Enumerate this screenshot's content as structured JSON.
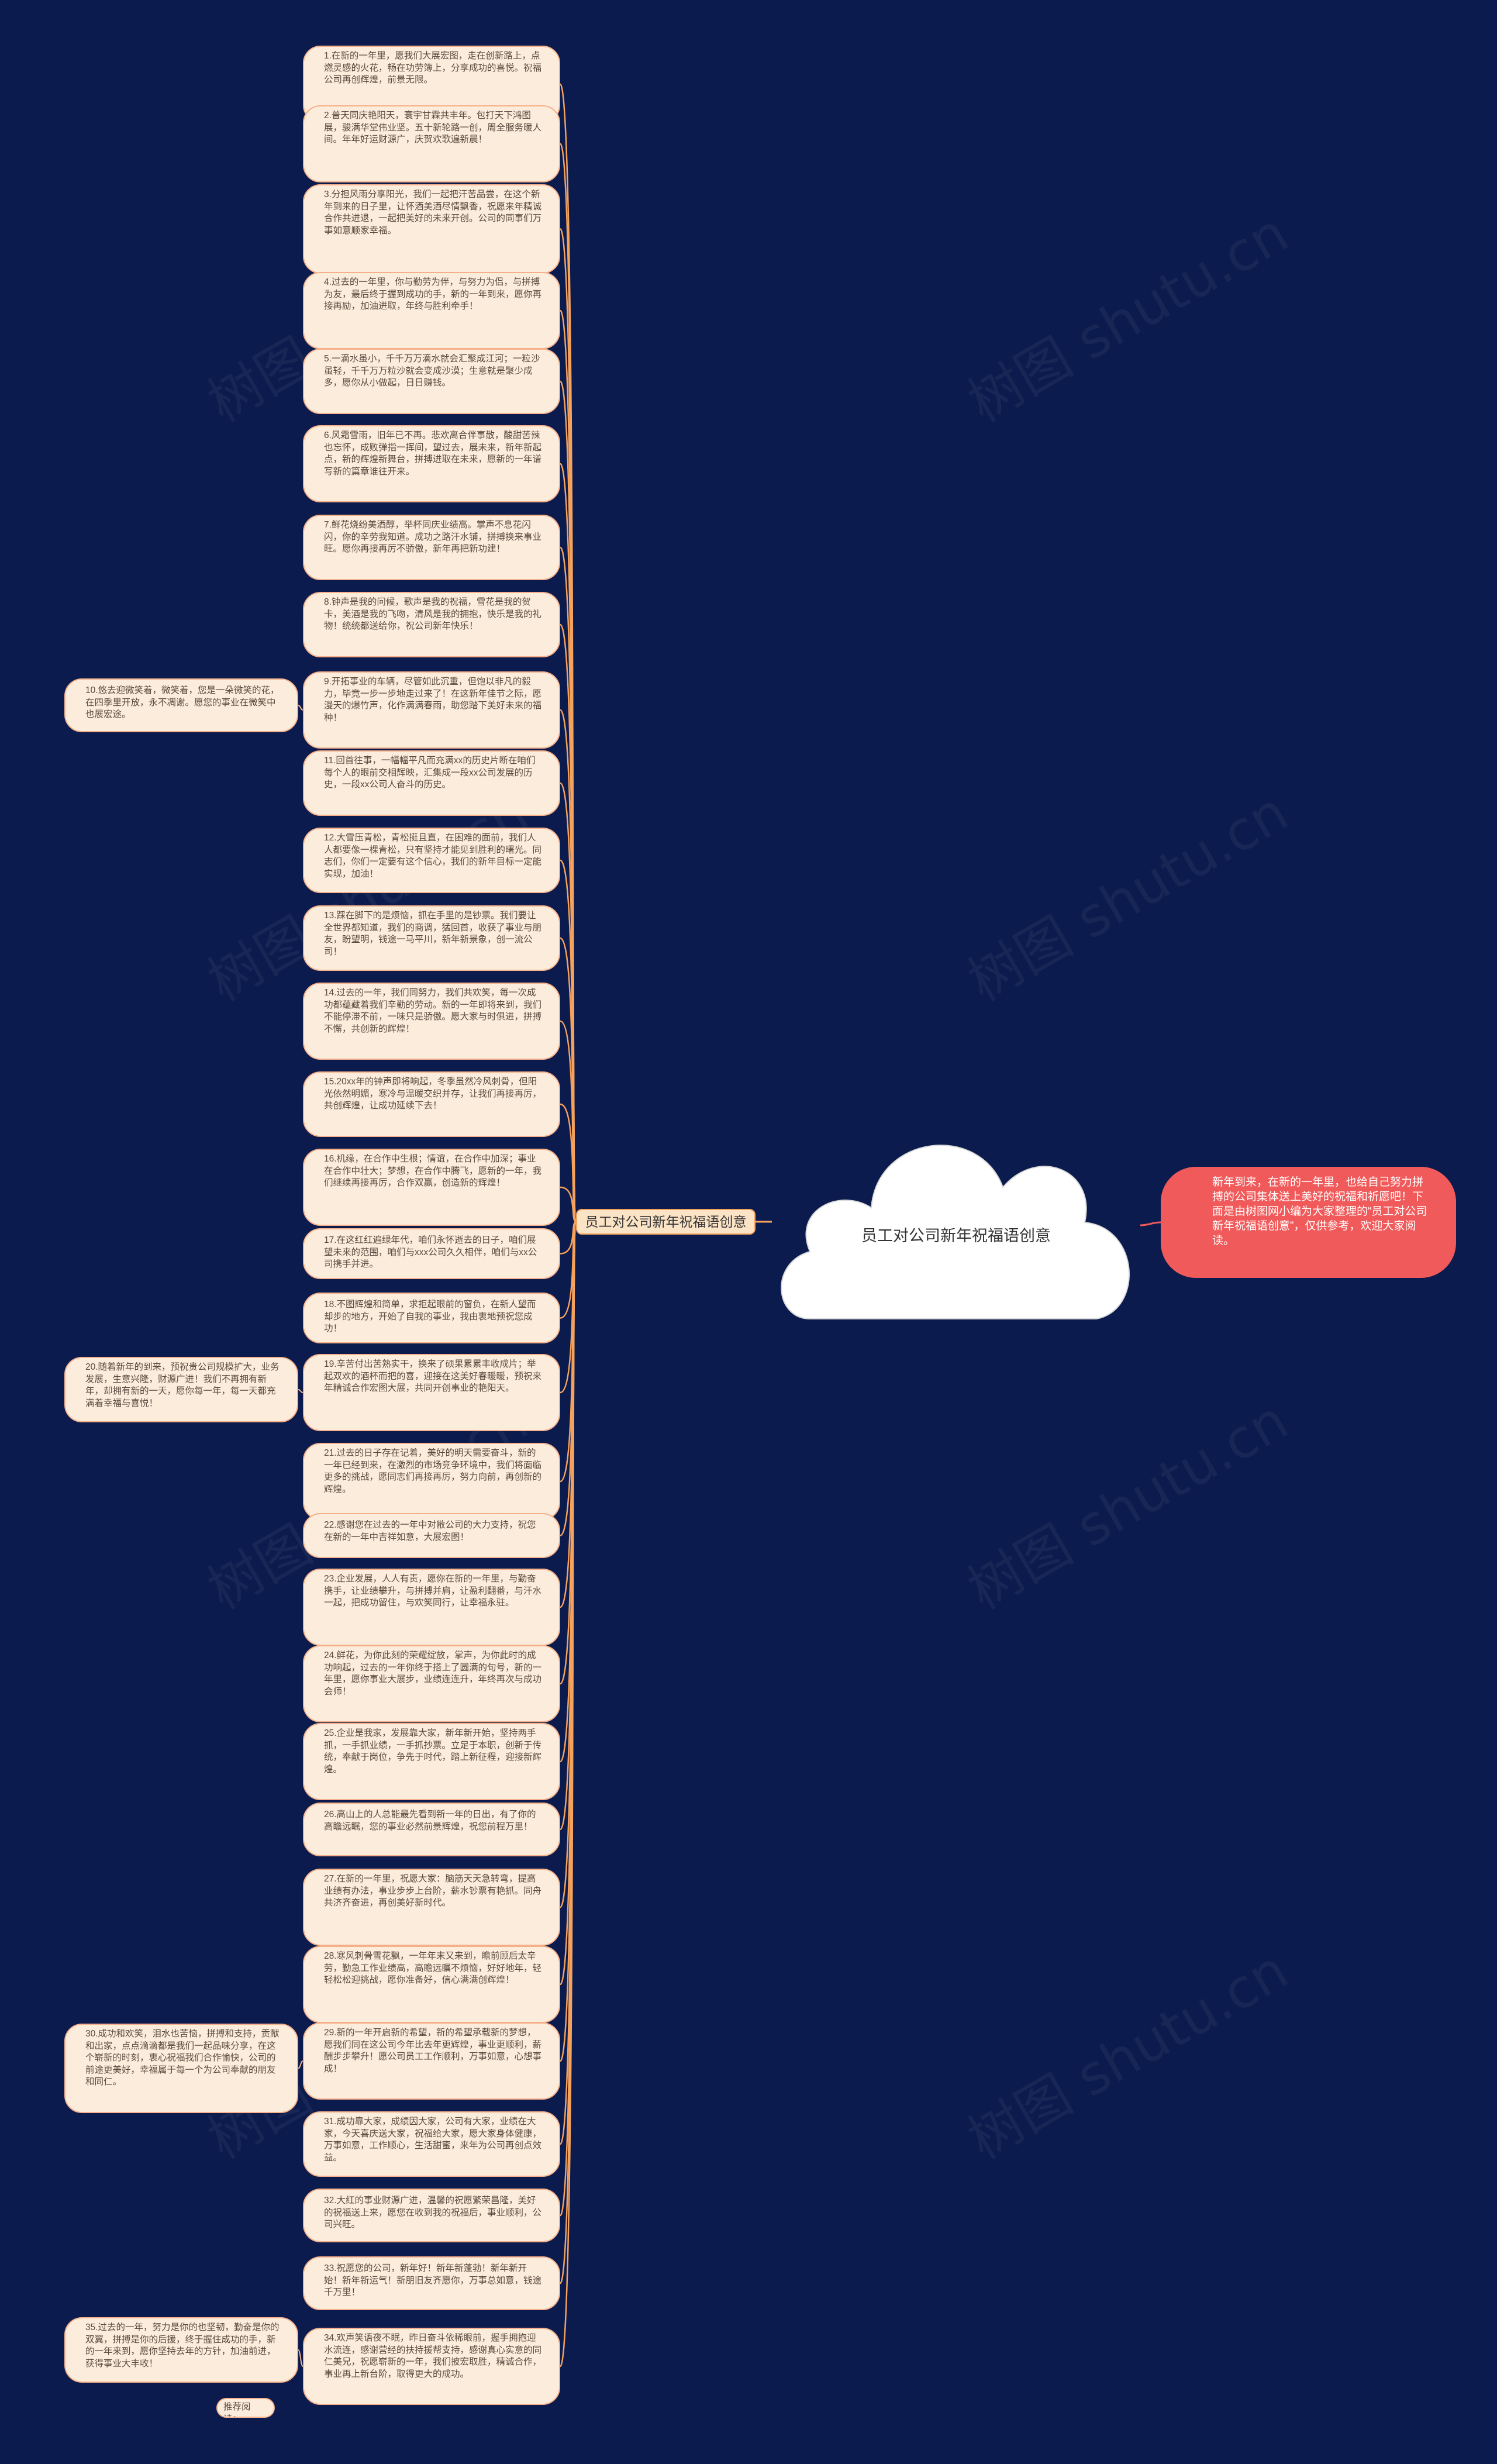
{
  "center": {
    "title": "员工对公司新年祝福语创意"
  },
  "intro": {
    "text": "新年到来，在新的一年里，也给自己努力拼搏的公司集体送上美好的祝福和祈愿吧！下面是由树图网小编为大家整理的“员工对公司新年祝福语创意”，仅供参考，欢迎大家阅读。"
  },
  "branch": {
    "label": "员工对公司新年祝福语创意"
  },
  "blessings": [
    "1.在新的一年里，愿我们大展宏图，走在创新路上，点燃灵感的火花，畅在功劳簿上，分享成功的喜悦。祝福公司再创辉煌，前景无限。",
    "2.普天同庆艳阳天，寰宇甘霖共丰年。包打天下鸿图展，骏满华堂伟业坚。五十新轮路一创，周全服务暖人间。年年好运财源广，庆贺欢歌遍新晨！",
    "3.分担风雨分享阳光，我们一起把汗苦品尝，在这个新年到来的日子里，让怀酒美酒尽情飘香，祝愿来年精诚合作共进退，一起把美好的未来开创。公司的同事们万事如意顺家幸福。",
    "4.过去的一年里，你与勤劳为伴，与努力为侣，与拼搏为友，最后终于握到成功的手，新的一年到来，愿你再接再励，加油进取，年终与胜利牵手！",
    "5.一滴水虽小，千千万万滴水就会汇聚成江河；一粒沙虽轻，千千万万粒沙就会变成沙漠；生意就是聚少成多，愿你从小做起，日日赚钱。",
    "6.风霜雪雨，旧年已不再。悲欢离合伴事散，酸甜苦辣也忘怀，成败弹指一挥间，望过去，展未来，新年新起点，新的辉煌新舞台，拼搏进取在未来，愿新的一年谱写新的篇章谁往开来。",
    "7.鲜花烧纷美酒醇，举杯同庆业绩高。掌声不息花闪闪，你的辛劳我知道。成功之路汗水铺，拼搏换来事业旺。愿你再接再厉不骄傲，新年再把新功建！",
    "8.钟声是我的问候，歌声是我的祝福，雪花是我的贺卡，美酒是我的飞吻，清风是我的拥抱，快乐是我的礼物！统统都送给你，祝公司新年快乐！",
    "9.开拓事业的车辆，尽管如此沉重，但饱以非凡的毅力，毕竟一步一步地走过来了！在这新年佳节之际，愿漫天的爆竹声，化作满满春雨，助您踏下美好未来的福种！",
    "11.回首往事，一幅幅平凡而充满xx的历史片断在咱们每个人的眼前交相辉映，汇集成一段xx公司发展的历史，一段xx公司人奋斗的历史。",
    "12.大雪压青松，青松挺且直，在困难的面前，我们人人都要像一棵青松，只有坚持才能见到胜利的曙光。同志们，你们一定要有这个信心，我们的新年目标一定能实现，加油！",
    "13.踩在脚下的是烦恼，抓在手里的是钞票。我们要让全世界都知道，我们的商调，猛回首，收获了事业与朋友，盼望明，钱途一马平川，新年新景象，创一流公司！",
    "14.过去的一年，我们同努力，我们共欢笑，每一次成功都蕴藏着我们辛勤的劳动。新的一年即将来到，我们不能停滞不前，一味只是骄傲。愿大家与时俱进，拼搏不懈，共创新的辉煌！",
    "15.20xx年的钟声即将响起，冬季虽然冷风刺骨，但阳光依然明媚，寒冷与温暖交织并存，让我们再接再厉，共创辉煌，让成功延续下去！",
    "16.机缘，在合作中生根；情谊，在合作中加深；事业在合作中壮大；梦想，在合作中腾飞，愿新的一年，我们继续再接再厉，合作双赢，创造新的辉煌！",
    "17.在这红红遍绿年代，咱们永怀逝去的日子，咱们展望未来的范围，咱们与xxx公司久久相伴，咱们与xx公司携手并进。",
    "18.不图辉煌和简单，求拒起眼前的窗负，在新人望而却步的地方，开始了自我的事业，我由衷地预祝您成功！",
    "19.辛苦付出苦熟实干，换来了硕果累累丰收成片；举起双欢的酒杯而把的喜，迎接在这美好春暖暖，预祝来年精诚合作宏图大展，共同开创事业的艳阳天。",
    "21.过去的日子存在记着，美好的明天需要奋斗，新的一年已经到来，在激烈的市场竞争环境中，我们将面临更多的挑战，愿同志们再接再厉，努力向前，再创新的辉煌。",
    "22.感谢您在过去的一年中对敝公司的大力支持，祝您在新的一年中吉祥如意，大展宏图！",
    "23.企业发展，人人有责，愿你在新的一年里，与勤奋携手，让业绩攀升，与拼搏并肩，让盈利翻番，与汗水一起，把成功留住，与欢笑同行，让幸福永驻。",
    "24.鲜花，为你此刻的荣耀绽放，掌声，为你此时的成功响起，过去的一年你终于搭上了圆满的句号，新的一年里，愿你事业大展步，业绩连连升，年终再次与成功会师！",
    "25.企业是我家，发展靠大家，新年新开始，坚持两手抓，一手抓业绩，一手抓抄票。立足于本职，创新于传统，奉献于岗位，争先于时代，踏上新征程，迎接新辉煌。",
    "26.高山上的人总能最先看到新一年的日出，有了你的高瞻远瞩，您的事业必然前景辉煌，祝您前程万里！",
    "27.在新的一年里，祝愿大家：脑筋天天急转弯，提高业绩有办法，事业步步上台阶，薪水钞票有艳抓。同舟共济齐奋进，再创美好新时代。",
    "28.寒风刺骨雪花飘，一年年末又来到，瞻前顾后太辛劳，勤急工作业绩高，高瞻远瞩不烦恼，好好地年，轻轻松松迎挑战，愿你准备好，信心满满创辉煌！",
    "29.新的一年开启新的希望，新的希望承载新的梦想，愿我们同在这公司今年比去年更辉煌，事业更顺利，薪酬步步攀升！愿公司员工工作顺利，万事如意，心想事成！",
    "31.成功靠大家，成绩因大家，公司有大家，业绩在大家，今天喜庆送大家，祝福给大家，愿大家身体健康，万事如意，工作顺心，生活甜蜜，来年为公司再创点效益。",
    "32.大红的事业财源广进，温馨的祝愿繁荣昌隆，美好的祝福送上来，愿您在收到我的祝福后，事业顺利，公司兴旺。",
    "33.祝愿您的公司，新年好！新年新蓬勃！新年新开始！新年新运气！新朋旧友齐愿你，万事总如意，钱途千万里！",
    "34.欢声笑语夜不眠，昨日奋斗依稀眼前，握手拥抱迎水流连，感谢营经的扶持援帮支持，感谢真心实意的同仁美兄，祝愿崭新的一年，我们披宏取胜，精诚合作，事业再上新台阶，取得更大的成功。"
  ],
  "side_notes": [
    "10.悠去迎微笑着，微笑着，您是一朵微笑的花，在四季里开放，永不凋谢。愿您的事业在微笑中也展宏途。",
    "20.随着新年的到来，预祝贵公司规模扩大，业务发展，生意兴隆，财源广进！我们不再拥有新年，却拥有新的一天，愿你每一年，每一天都充满着幸福与喜悦！",
    "30.成功和欢笑，泪水也苦恼，拼搏和支持，贡献和出家，点点滴滴都是我们一起品味分享，在这个崭新的时刻，衷心祝福我们合作愉快，公司的前途更美好，幸福属于每一个为公司奉献的朋友和同仁。",
    "35.过去的一年，努力是你的也坚韧，勤奋是你的双翼，拼搏是你的后援，终于握住成功的手，新的一年来到，愿你坚持去年的方针，加油前进，获得事业大丰收！"
  ],
  "recommend": {
    "label": "推荐阅读："
  },
  "watermark": {
    "text": "树图 shutu.cn"
  }
}
